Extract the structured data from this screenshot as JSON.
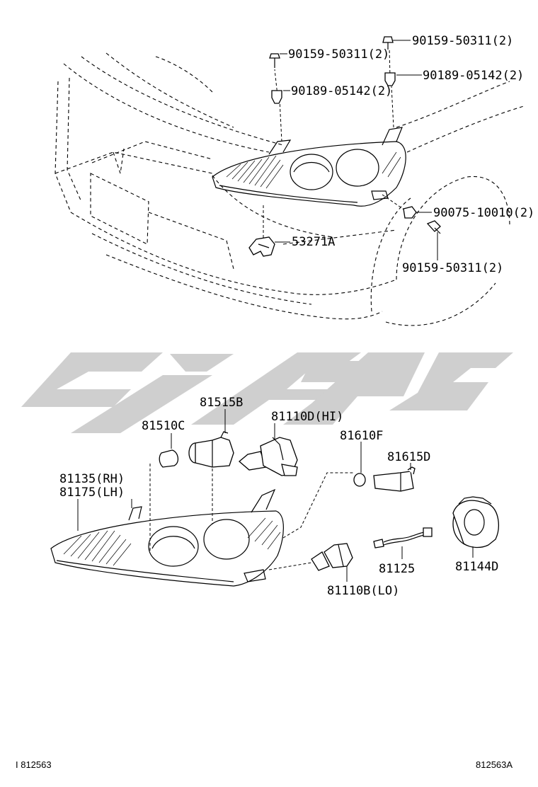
{
  "parts": {
    "p90159_top": "90159-50311(2)",
    "p90159_upper": "90159-50311(2)",
    "p90189_right": "90189-05142(2)",
    "p90189_left": "90189-05142(2)",
    "p90075": "90075-10010(2)",
    "p90159_lower": "90159-50311(2)",
    "p53271A": "53271A",
    "p81515B": "81515B",
    "p81510C": "81510C",
    "p81110D": "81110D(HI)",
    "p81610F": "81610F",
    "p81615D": "81615D",
    "p81135": "81135(RH)",
    "p81175": "81175(LH)",
    "p81125": "81125",
    "p81144D": "81144D",
    "p81110B": "81110B(LO)"
  },
  "footer": {
    "left": "I 812563",
    "right": "812563A"
  }
}
